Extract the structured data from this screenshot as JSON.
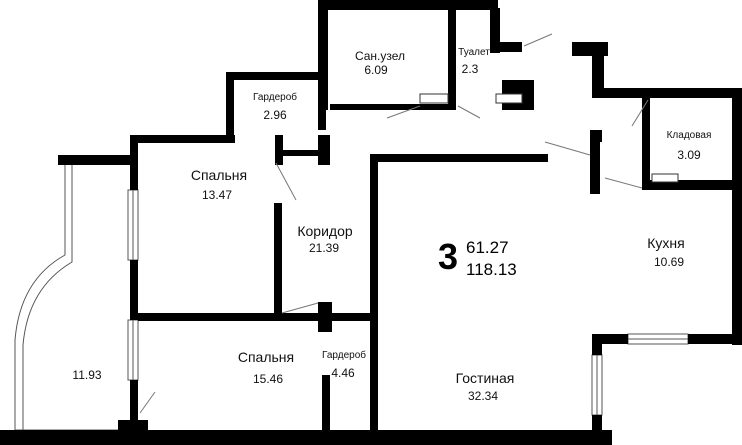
{
  "apartment": {
    "rooms_count": "3",
    "living_area": "61.27",
    "total_area": "118.13"
  },
  "rooms": [
    {
      "key": "bathroom",
      "name": "Сан.узел",
      "area": "6.09"
    },
    {
      "key": "toilet",
      "name": "Туалет",
      "area": "2.3"
    },
    {
      "key": "wardrobe-1",
      "name": "Гардероб",
      "area": "2.96"
    },
    {
      "key": "storage",
      "name": "Кладовая",
      "area": "3.09"
    },
    {
      "key": "bedroom-1",
      "name": "Спальня",
      "area": "13.47"
    },
    {
      "key": "corridor",
      "name": "Коридор",
      "area": "21.39"
    },
    {
      "key": "kitchen",
      "name": "Кухня",
      "area": "10.69"
    },
    {
      "key": "bedroom-2",
      "name": "Спальня",
      "area": "15.46"
    },
    {
      "key": "wardrobe-2",
      "name": "Гардероб",
      "area": "4.46"
    },
    {
      "key": "living-room",
      "name": "Гостиная",
      "area": "32.34"
    },
    {
      "key": "balcony",
      "name": "",
      "area": "11.93"
    }
  ]
}
